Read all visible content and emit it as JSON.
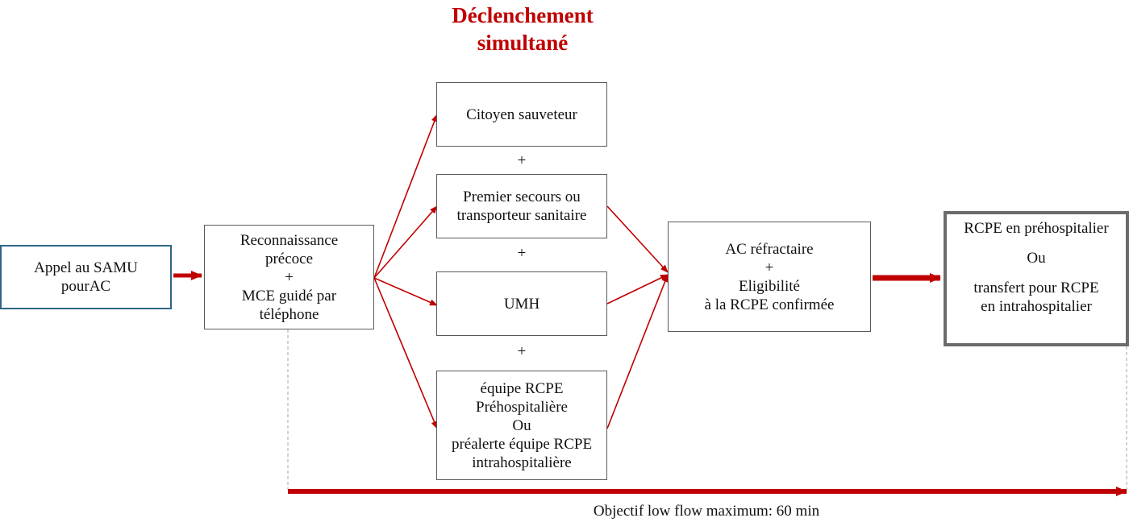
{
  "title_lines": [
    "Déclenchement",
    "simultané"
  ],
  "nodes": {
    "appel": [
      "Appel au SAMU",
      "pourAC"
    ],
    "reconnaissance": [
      "Reconnaissance",
      "précoce",
      "+",
      "MCE guidé par",
      "téléphone"
    ],
    "citoyen": [
      "Citoyen sauveteur"
    ],
    "premier_secours": [
      "Premier secours ou",
      "transporteur sanitaire"
    ],
    "umh": [
      "UMH"
    ],
    "equipe_rcpe": [
      "équipe RCPE",
      "Préhospitalière",
      "Ou",
      "préalerte équipe RCPE",
      "intrahospitalière"
    ],
    "ac_refractaire": [
      "AC réfractaire",
      "+",
      "Eligibilité",
      "à la RCPE confirmée"
    ],
    "rcpe_final": {
      "line1": "RCPE en préhospitalier",
      "line2": "Ou",
      "line3": "transfert pour RCPE",
      "line4": "en intrahospitalier"
    }
  },
  "plus_signs": [
    "+",
    "+",
    "+"
  ],
  "footer": "Objectif  low flow maximum: 60 min",
  "colors": {
    "arrow_red": "#c00000",
    "box_border": "#5a5a5a",
    "start_border": "#2f6584",
    "final_border": "#6b6b6b",
    "dashed": "#a6a6a6"
  }
}
